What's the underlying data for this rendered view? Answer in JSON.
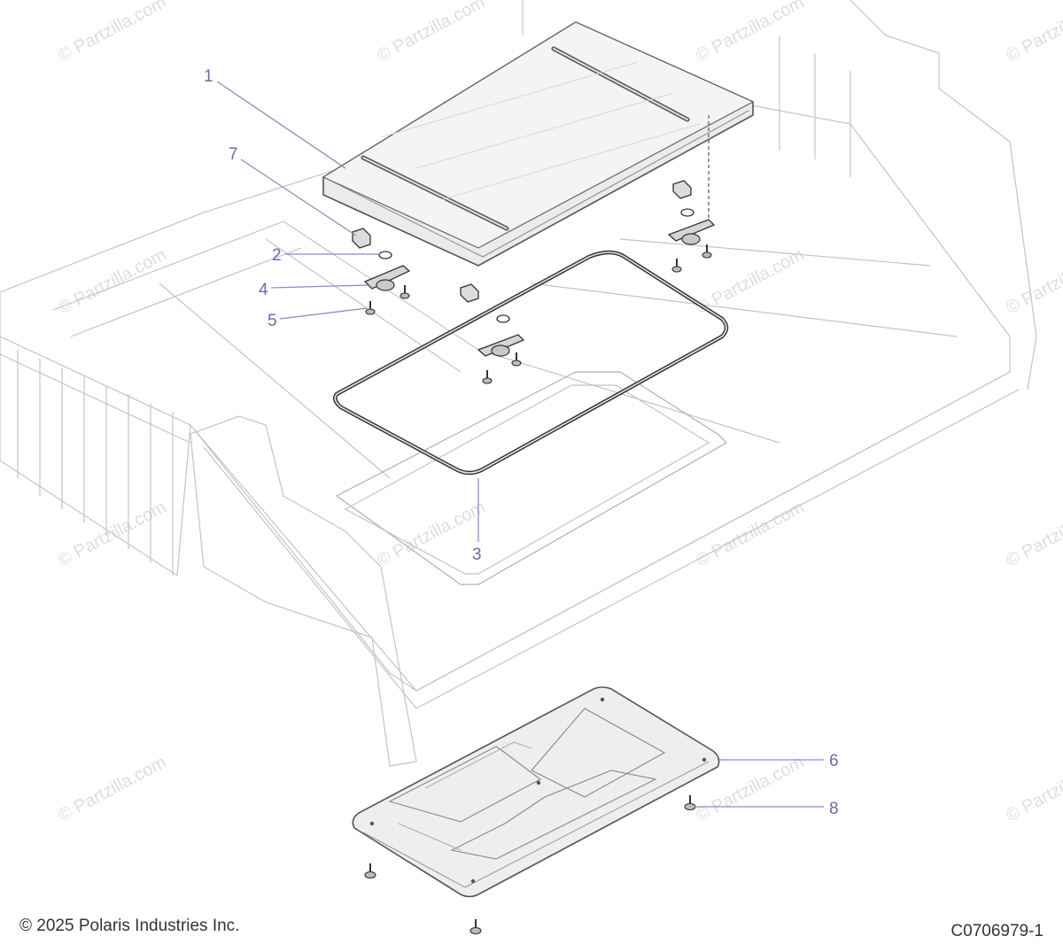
{
  "diagram": {
    "callouts": [
      {
        "id": "1",
        "label": "1"
      },
      {
        "id": "2",
        "label": "2"
      },
      {
        "id": "3",
        "label": "3"
      },
      {
        "id": "4",
        "label": "4"
      },
      {
        "id": "5",
        "label": "5"
      },
      {
        "id": "6",
        "label": "6"
      },
      {
        "id": "7",
        "label": "7"
      },
      {
        "id": "8",
        "label": "8"
      }
    ],
    "watermark": "© Partzilla.com",
    "copyright": "© 2025 Polaris Industries Inc.",
    "diagram_code": "C0706979-1"
  }
}
